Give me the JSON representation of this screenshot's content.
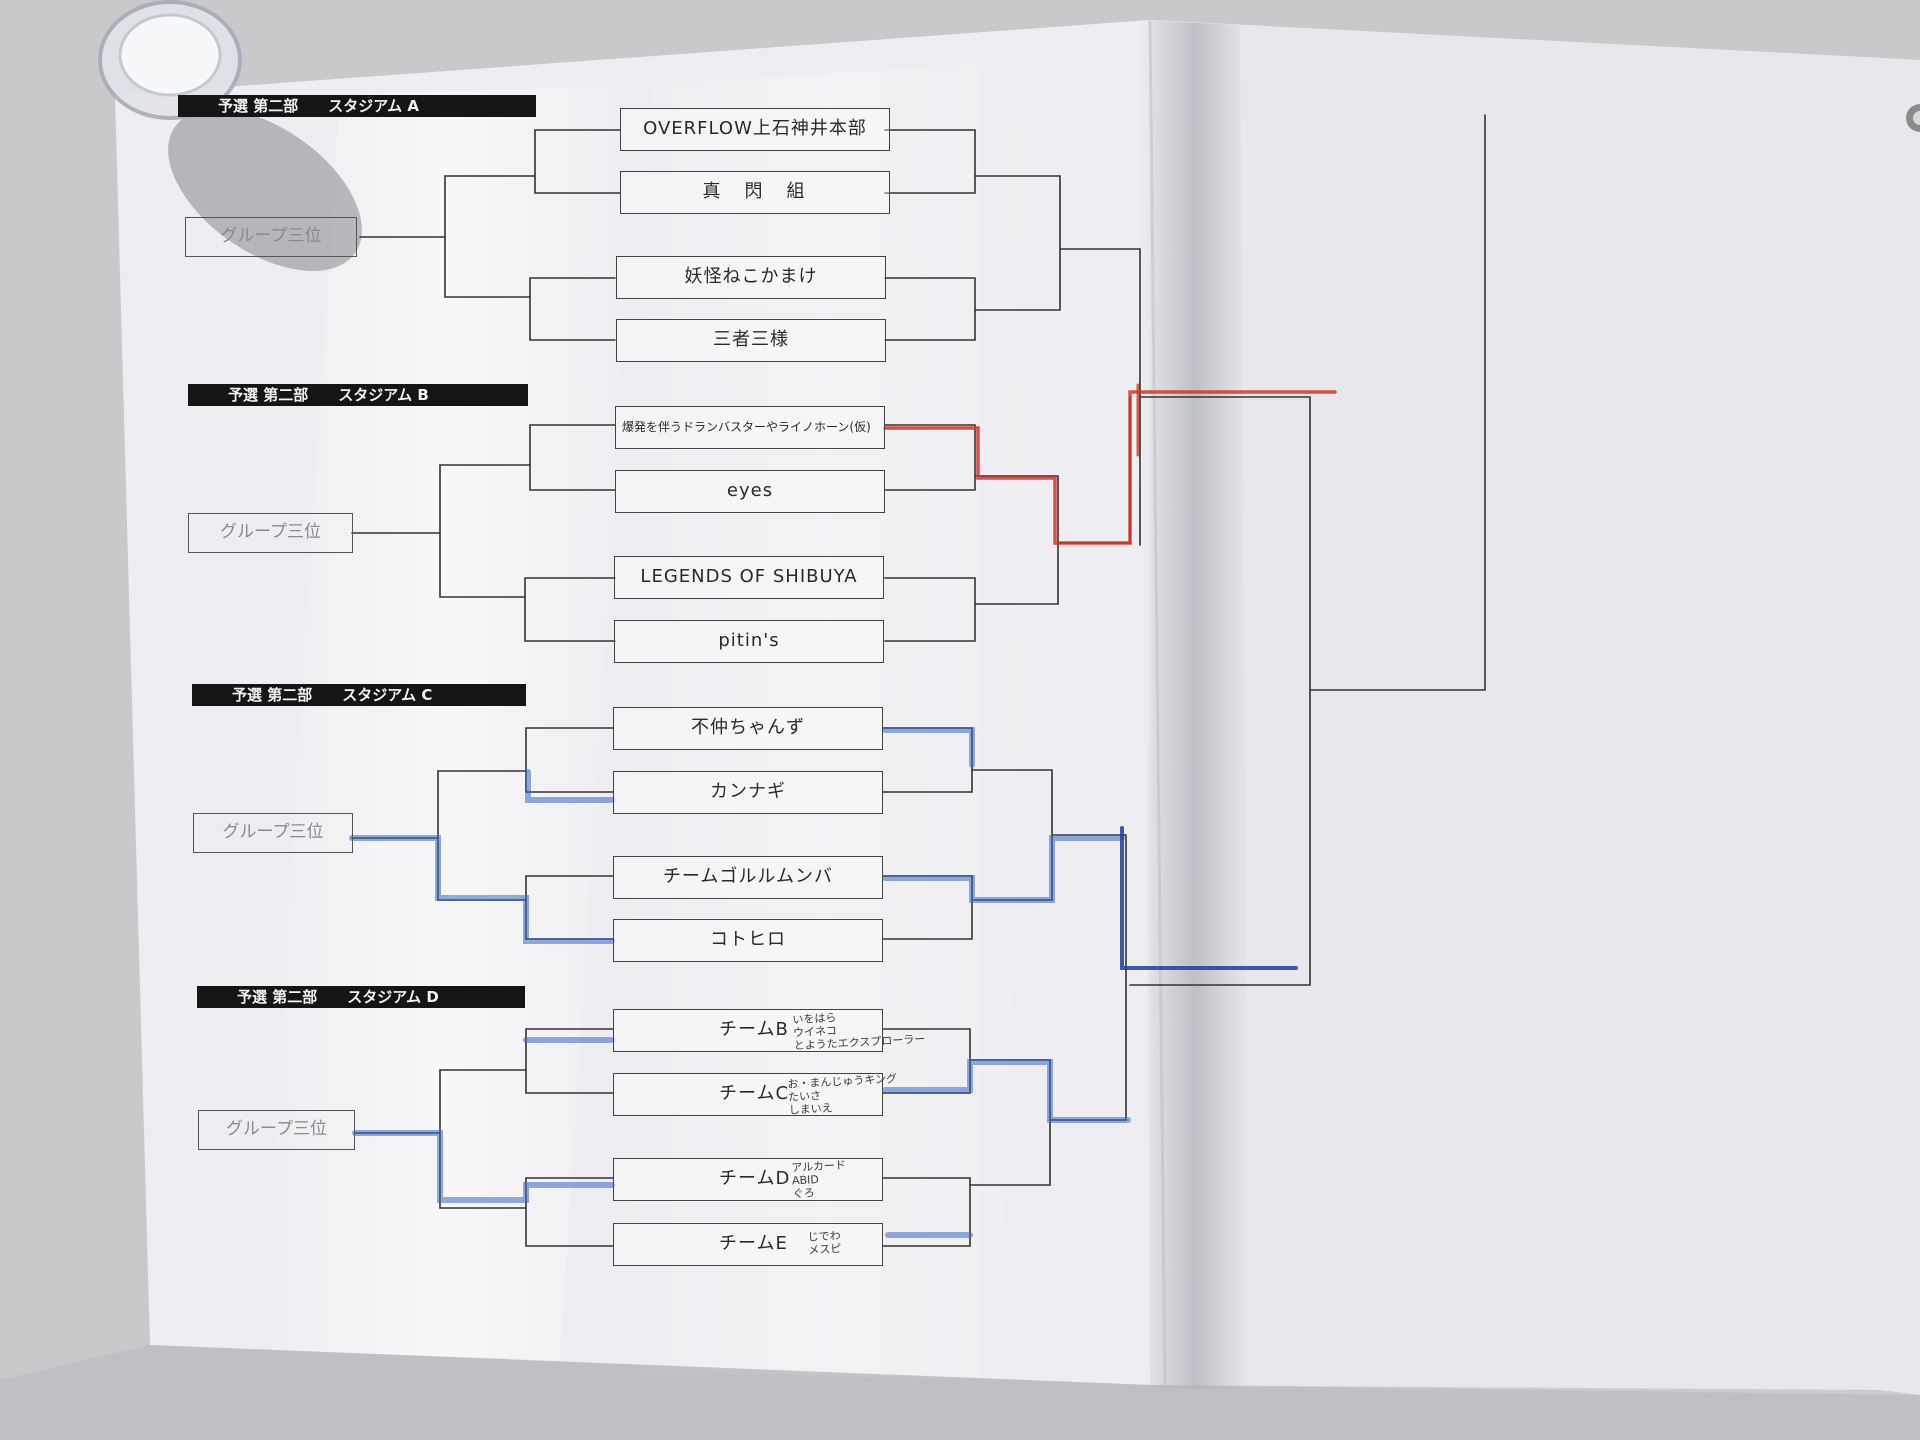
{
  "colors": {
    "paper": "#eeeef2",
    "background": "#c9c9cc",
    "bracket_line": "#333333",
    "red_marker": "#d7322a",
    "blue_marker": "#3b68c4",
    "dark_blue_marker": "#1f3e9a"
  },
  "stadiums": [
    {
      "header": "予選 第二部　　スタジアム A",
      "group_slot": "グループ三位",
      "teams": [
        "OVERFLOW上石神井本部",
        "真　閃　組",
        "妖怪ねこかまけ",
        "三者三様"
      ]
    },
    {
      "header": "予選 第二部　　スタジアム B",
      "group_slot": "グループ三位",
      "teams": [
        "爆発を伴うドランバスターやライノホーン(仮)",
        "eyes",
        "LEGENDS OF SHIBUYA",
        "pitin's"
      ]
    },
    {
      "header": "予選 第二部　　スタジアム C",
      "group_slot": "グループ三位",
      "teams": [
        "不仲ちゃんず",
        "カンナギ",
        "チームゴルルムンバ",
        "コトヒロ"
      ]
    },
    {
      "header": "予選 第二部　　スタジアム D",
      "group_slot": "グループ三位",
      "teams": [
        "チームB",
        "チームC",
        "チームD",
        "チームE"
      ],
      "handwritten_notes": [
        "いをはら\nウイネコ\nとようたエクスプローラー",
        "お・まんじゅうキング\nたいさ\nしまいえ",
        "アルカード\nABID\nぐろ",
        "じでわ\nメスピ"
      ]
    }
  ],
  "icons": [
    "glass-cup-icon",
    "pushpin-icon"
  ]
}
